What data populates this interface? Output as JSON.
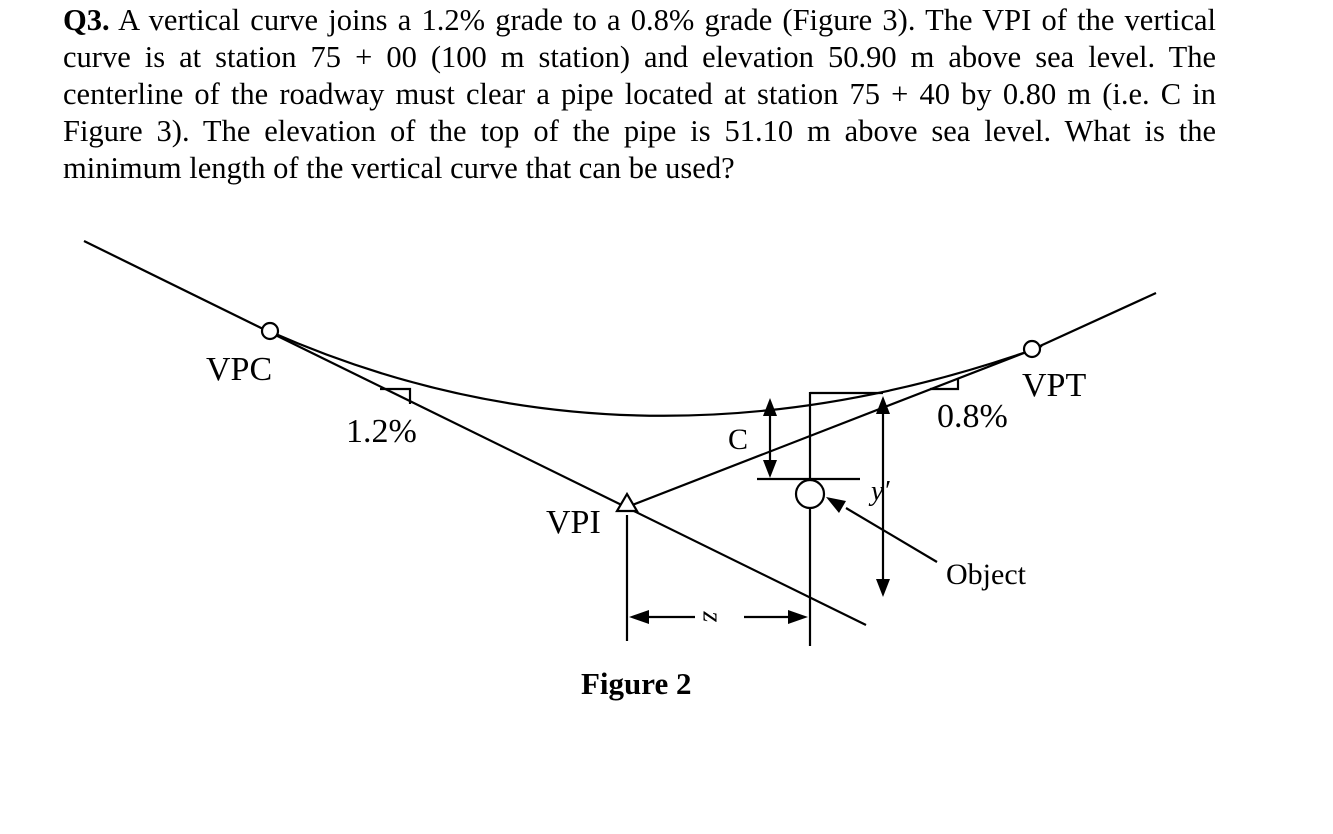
{
  "question": {
    "number": "Q3.",
    "text": "A vertical curve joins a 1.2% grade to a 0.8% grade (Figure 3). The VPI of the vertical curve is at station 75 + 00 (100 m station) and elevation 50.90 m above sea level. The centerline of the roadway must clear a pipe located at station 75 + 40 by 0.80 m (i.e. C in Figure 3). The elevation of the top of the pipe is 51.10 m above sea level. What is the minimum length of the vertical curve that can be used?"
  },
  "figure": {
    "labels": {
      "vpc": "VPC",
      "vpt": "VPT",
      "grade_left": "1.2%",
      "grade_right": "0.8%",
      "vpi": "VPI",
      "clearance": "C",
      "offset": "y′",
      "object": "Object",
      "distance": "z"
    },
    "caption": "Figure 2"
  }
}
